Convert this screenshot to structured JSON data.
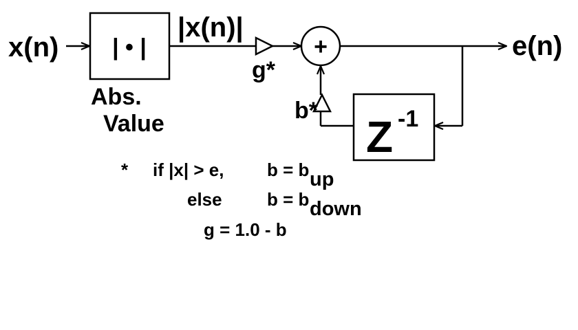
{
  "input_label": "x(n)",
  "abs_block": {
    "symbol": "| • |",
    "caption_line1": "Abs.",
    "caption_line2": "Value"
  },
  "abs_output_label": "|x(n)|",
  "gain_g_label": "g*",
  "gain_b_label": "b*",
  "sum_symbol": "+",
  "delay_block": {
    "symbol": "Z",
    "superscript": "-1"
  },
  "output_label": "e(n)",
  "notes": {
    "line1_star": "*",
    "line1_cond": "if |x| > e,",
    "line1_eq": "b = b",
    "line1_sub": "up",
    "line2_else": "else",
    "line2_eq": "b = b",
    "line2_sub": "down",
    "line3_eq": "g = 1.0 - b"
  }
}
